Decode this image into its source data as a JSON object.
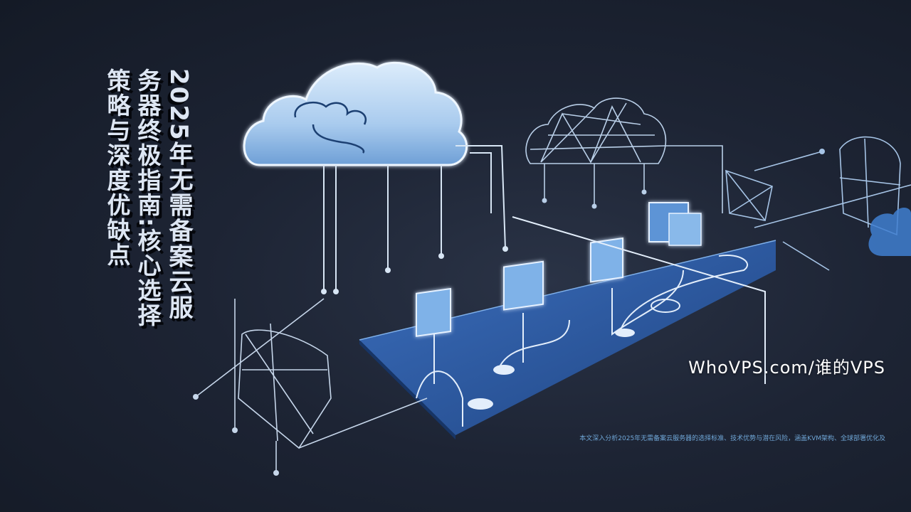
{
  "title": {
    "columns": [
      "2025年无需备案云服",
      "务器终极指南:核心选择",
      "策略与深度优缺点"
    ]
  },
  "site_label": "WhoVPS.com/谁的VPS",
  "description": "本文深入分析2025年无需备案云服务器的选择标准、技术优势与潜在风险，涵盖KVM架构、全球部署优化及",
  "colors": {
    "background": "#1d2434",
    "platform": "#2f5fae",
    "line": "#d8e6f5",
    "cloud": "#bcd7f2",
    "accent_text": "#6fa6d6"
  },
  "icons": [
    "cloud-icon",
    "network-mesh-icon",
    "monitor-icon",
    "server-icon"
  ]
}
